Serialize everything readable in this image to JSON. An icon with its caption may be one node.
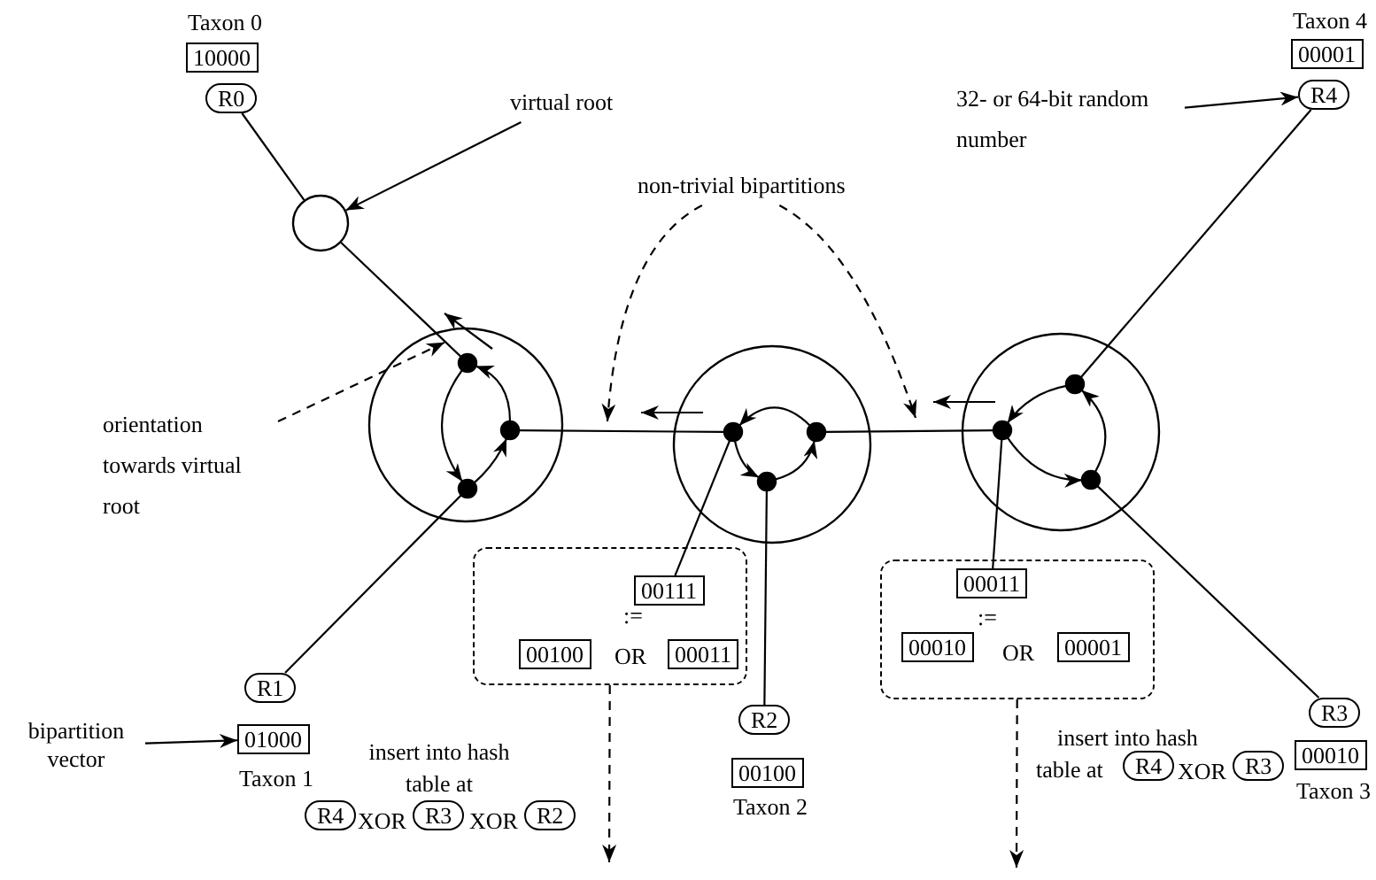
{
  "diagram": {
    "nodes": [
      {
        "text": [
          "10000"
        ],
        "beside": [
          "Taxon 0"
        ]
      },
      {
        "text": [
          "R0"
        ]
      },
      {
        "text": [],
        "shape": "circle"
      },
      {
        "text": [
          "virtual root"
        ]
      },
      {
        "text": [
          "32- or 64-bit random number"
        ]
      },
      {
        "text": [
          "00001"
        ],
        "beside": [
          "Taxon 4"
        ]
      },
      {
        "text": [
          "R4"
        ]
      },
      {
        "text": [
          "non-trivial bipartitions"
        ]
      },
      {
        "text": [],
        "shape": "circle"
      },
      {
        "text": [],
        "shape": "circle",
        "in": 8
      },
      {
        "text": [],
        "shape": "circle",
        "in": 8
      },
      {
        "text": [],
        "shape": "circle",
        "in": 8
      },
      {
        "text": [],
        "shape": "circle"
      },
      {
        "text": [],
        "shape": "circle",
        "in": 12
      },
      {
        "text": [],
        "shape": "circle",
        "in": 12
      },
      {
        "text": [],
        "shape": "circle",
        "in": 12
      },
      {
        "text": [],
        "shape": "circle"
      },
      {
        "text": [],
        "shape": "circle",
        "in": 16
      },
      {
        "text": [],
        "shape": "circle",
        "in": 16
      },
      {
        "text": [],
        "shape": "circle",
        "in": 16
      },
      {
        "text": [
          "orientation towards virtual root"
        ]
      },
      {
        "text": [],
        "shape": "box"
      },
      {
        "text": [
          "00111"
        ],
        "in": 21
      },
      {
        "text": [
          "00100"
        ],
        "in": 21
      },
      {
        "text": [
          "00011"
        ],
        "in": 21
      },
      {
        "text": [],
        "shape": "box"
      },
      {
        "text": [
          "00011"
        ],
        "in": 25
      },
      {
        "text": [
          "00010"
        ],
        "in": 25
      },
      {
        "text": [
          "00001"
        ],
        "in": 25
      },
      {
        "text": [
          "R1"
        ]
      },
      {
        "text": [
          "01000"
        ],
        "beside": [
          "Taxon 1"
        ]
      },
      {
        "text": [
          "bipartition vector"
        ]
      },
      {
        "text": [
          "R2"
        ]
      },
      {
        "text": [
          "00100"
        ],
        "beside": [
          "Taxon 2"
        ]
      },
      {
        "text": [
          "R3"
        ]
      },
      {
        "text": [
          "00010"
        ],
        "beside": [
          "Taxon 3"
        ]
      },
      {
        "text": [
          "R4"
        ]
      },
      {
        "text": [
          "R3"
        ]
      },
      {
        "text": [
          "R2"
        ]
      },
      {
        "text": [
          "R4"
        ]
      },
      {
        "text": [
          "R3"
        ]
      },
      {
        "text": [],
        "shape": "arrow"
      }
    ],
    "edges": [
      {
        "from": 1,
        "to": 2,
        "arrow": "none"
      },
      {
        "from": 2,
        "to": 9,
        "arrow": "none"
      },
      {
        "from": 3,
        "to": 2,
        "arrow": "to"
      },
      {
        "from": 4,
        "to": 6,
        "arrow": "to"
      },
      {
        "from": 7,
        "to": null,
        "arrow": "to",
        "style": "dashed"
      },
      {
        "from": 7,
        "to": null,
        "arrow": "to",
        "style": "dashed"
      },
      {
        "from": 20,
        "to": 41,
        "arrow": "to",
        "style": "dashed"
      },
      {
        "from": 10,
        "to": 13,
        "arrow": "none"
      },
      {
        "from": 14,
        "to": 18,
        "arrow": "none"
      },
      {
        "from": 17,
        "to": 6,
        "arrow": "none"
      },
      {
        "from": 19,
        "to": 34,
        "arrow": "none"
      },
      {
        "from": 15,
        "to": 32,
        "arrow": "none"
      },
      {
        "from": 13,
        "to": 22,
        "arrow": "none"
      },
      {
        "from": 18,
        "to": 26,
        "arrow": "none"
      },
      {
        "from": 29,
        "to": 11,
        "arrow": "none"
      },
      {
        "from": 31,
        "to": 30,
        "arrow": "to"
      },
      {
        "from": 21,
        "to": null,
        "arrow": "to",
        "style": "dashed"
      },
      {
        "from": 25,
        "to": null,
        "arrow": "to",
        "style": "dashed"
      },
      {
        "from": 11,
        "to": 10,
        "arrow": "to"
      },
      {
        "from": 10,
        "to": 9,
        "arrow": "to"
      },
      {
        "from": 9,
        "to": 11,
        "arrow": "to"
      },
      {
        "from": 13,
        "to": 15,
        "arrow": "to"
      },
      {
        "from": 15,
        "to": 14,
        "arrow": "to"
      },
      {
        "from": 14,
        "to": 13,
        "arrow": "to"
      },
      {
        "from": 17,
        "to": 18,
        "arrow": "to"
      },
      {
        "from": 18,
        "to": 19,
        "arrow": "to"
      },
      {
        "from": 19,
        "to": 17,
        "arrow": "to"
      }
    ],
    "labels": [
      ":=",
      "OR",
      ":=",
      "OR",
      "insert into hash table at",
      "XOR",
      "XOR",
      "insert into hash",
      "table at",
      "XOR"
    ]
  }
}
